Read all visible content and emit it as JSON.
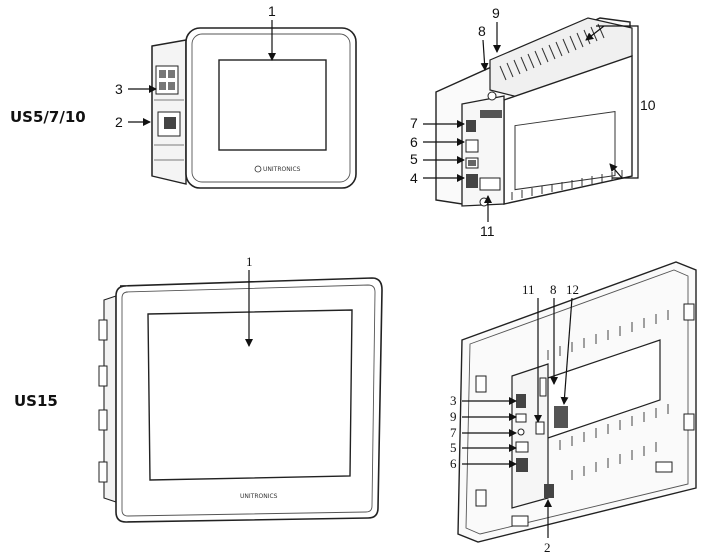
{
  "models": {
    "top": "US5/7/10",
    "bottom": "US15"
  },
  "brand": {
    "top": "UNITRONICS",
    "bottom": "UNITRONICS"
  },
  "callouts": {
    "top_front_1": "1",
    "top_side_3": "3",
    "top_side_2": "2",
    "top_rear_9": "9",
    "top_rear_8": "8",
    "top_rear_7": "7",
    "top_rear_6": "6",
    "top_rear_5": "5",
    "top_rear_4": "4",
    "top_rear_11": "11",
    "top_rear_10": "10",
    "bottom_front_1": "1",
    "bottom_rear_11": "11",
    "bottom_rear_8": "8",
    "bottom_rear_12": "12",
    "bottom_rear_3": "3",
    "bottom_rear_9": "9",
    "bottom_rear_7": "7",
    "bottom_rear_5": "5",
    "bottom_rear_6": "6",
    "bottom_rear_2": "2"
  }
}
